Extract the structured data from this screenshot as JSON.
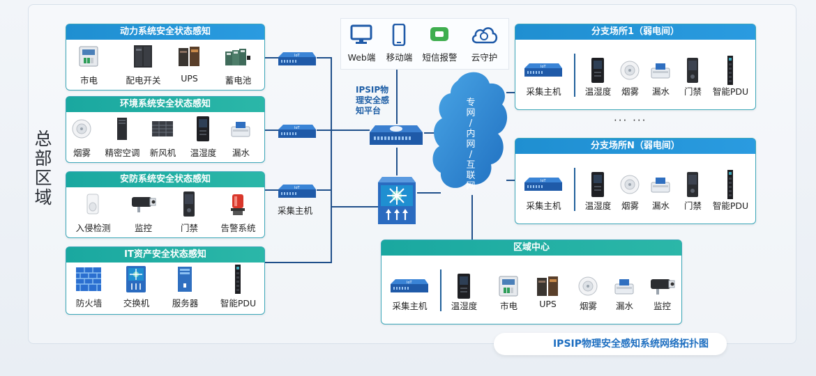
{
  "hq_label": "总部区域",
  "platform_label": [
    "IPSIP物",
    "理安全感",
    "知平台"
  ],
  "footer_title": "IPSIP物理安全感知系统网络拓扑图",
  "collector_label": "采集主机",
  "dots": "··· ···",
  "network_label": [
    "专",
    "网",
    "/",
    "内",
    "网",
    "/",
    "互",
    "联",
    "网"
  ],
  "clients": [
    {
      "label": "Web端",
      "icon": "monitor-icon"
    },
    {
      "label": "移动端",
      "icon": "mobile-icon"
    },
    {
      "label": "短信报警",
      "icon": "sms-icon"
    },
    {
      "label": "云守护",
      "icon": "cloud-guard-icon"
    }
  ],
  "hq_panels": [
    {
      "title": "动力系统安全状态感知",
      "items": [
        {
          "label": "市电",
          "icon": "meter-icon"
        },
        {
          "label": "配电开关",
          "icon": "switchgear-icon"
        },
        {
          "label": "UPS",
          "icon": "ups-icon"
        },
        {
          "label": "蓄电池",
          "icon": "battery-icon"
        }
      ]
    },
    {
      "title": "环境系统安全状态感知",
      "items": [
        {
          "label": "烟雾",
          "icon": "smoke-detector-icon"
        },
        {
          "label": "精密空调",
          "icon": "ac-unit-icon"
        },
        {
          "label": "新风机",
          "icon": "fresh-air-icon"
        },
        {
          "label": "温湿度",
          "icon": "thermo-icon"
        },
        {
          "label": "漏水",
          "icon": "leak-sensor-icon"
        }
      ]
    },
    {
      "title": "安防系统安全状态感知",
      "items": [
        {
          "label": "入侵检测",
          "icon": "intrusion-sensor-icon"
        },
        {
          "label": "监控",
          "icon": "camera-icon"
        },
        {
          "label": "门禁",
          "icon": "access-control-icon"
        },
        {
          "label": "告警系统",
          "icon": "alarm-light-icon"
        }
      ]
    },
    {
      "title": "IT资产安全状态感知",
      "items": [
        {
          "label": "防火墙",
          "icon": "firewall-icon"
        },
        {
          "label": "交换机",
          "icon": "core-switch-icon"
        },
        {
          "label": "服务器",
          "icon": "server-icon"
        },
        {
          "label": "智能PDU",
          "icon": "pdu-icon"
        }
      ]
    }
  ],
  "branch_panels": [
    {
      "title": "分支场所1（弱电间）",
      "items": [
        {
          "label": "采集主机",
          "icon": "collector-icon"
        },
        {
          "label": "温湿度",
          "icon": "thermo-icon"
        },
        {
          "label": "烟雾",
          "icon": "smoke-detector-icon"
        },
        {
          "label": "漏水",
          "icon": "leak-sensor-icon"
        },
        {
          "label": "门禁",
          "icon": "access-control-icon"
        },
        {
          "label": "智能PDU",
          "icon": "pdu-icon"
        }
      ]
    },
    {
      "title": "分支场所N（弱电间）",
      "items": [
        {
          "label": "采集主机",
          "icon": "collector-icon"
        },
        {
          "label": "温湿度",
          "icon": "thermo-icon"
        },
        {
          "label": "烟雾",
          "icon": "smoke-detector-icon"
        },
        {
          "label": "漏水",
          "icon": "leak-sensor-icon"
        },
        {
          "label": "门禁",
          "icon": "access-control-icon"
        },
        {
          "label": "智能PDU",
          "icon": "pdu-icon"
        }
      ]
    }
  ],
  "region_panel": {
    "title": "区域中心",
    "items": [
      {
        "label": "采集主机",
        "icon": "collector-icon"
      },
      {
        "label": "温湿度",
        "icon": "thermo-icon"
      },
      {
        "label": "市电",
        "icon": "meter-icon"
      },
      {
        "label": "UPS",
        "icon": "ups-icon"
      },
      {
        "label": "烟雾",
        "icon": "smoke-detector-icon"
      },
      {
        "label": "漏水",
        "icon": "leak-sensor-icon"
      },
      {
        "label": "监控",
        "icon": "camera-icon"
      }
    ]
  },
  "colors": {
    "panel_header_blue": "#1f8fd1",
    "panel_header_teal": "#1aa8a0",
    "wire": "#1f4f8a",
    "cloud": "#2f86d0",
    "footer_text": "#1d6ec0"
  }
}
